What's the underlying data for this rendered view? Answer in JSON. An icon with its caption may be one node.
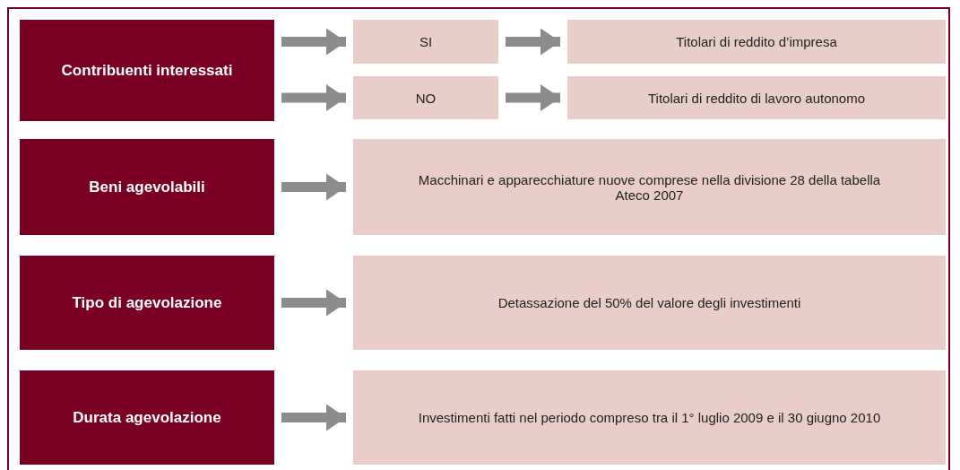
{
  "diagram": {
    "nodes": [
      {
        "text": [
          "Contribuenti interessati"
        ]
      },
      {
        "text": [
          "SI"
        ]
      },
      {
        "text": [
          "Titolari di reddito d’impresa"
        ]
      },
      {
        "text": [
          "NO"
        ]
      },
      {
        "text": [
          "Titolari di reddito di lavoro autonomo"
        ]
      },
      {
        "text": [
          "Beni agevolabili"
        ]
      },
      {
        "text": [
          "Macchinari e apparecchiature nuove comprese nella divisione 28 della tabella Ateco 2007"
        ]
      },
      {
        "text": [
          "Tipo di agevolazione"
        ]
      },
      {
        "text": [
          "Detassazione del 50% del valore degli investimenti"
        ]
      },
      {
        "text": [
          "Durata agevolazione"
        ]
      },
      {
        "text": [
          "Investimenti fatti nel periodo compreso tra il 1° luglio 2009 e il 30 giugno 2010"
        ]
      }
    ],
    "edges": [
      {
        "from": 0,
        "to": 1,
        "arrow": "to"
      },
      {
        "from": 1,
        "to": 2,
        "arrow": "to"
      },
      {
        "from": 0,
        "to": 3,
        "arrow": "to"
      },
      {
        "from": 3,
        "to": 4,
        "arrow": "to"
      },
      {
        "from": 5,
        "to": 6,
        "arrow": "to"
      },
      {
        "from": 7,
        "to": 8,
        "arrow": "to"
      },
      {
        "from": 9,
        "to": 10,
        "arrow": "to"
      }
    ]
  }
}
